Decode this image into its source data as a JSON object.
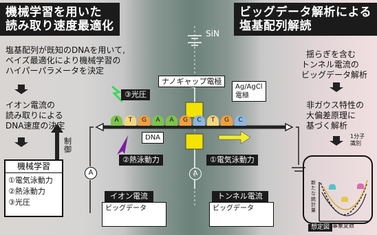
{
  "titles": {
    "left_line1": "機械学習を用いた",
    "left_line2": "読み取り速度最適化",
    "right_line1": "ビッグデータ解析による",
    "right_line2": "塩基配列解読"
  },
  "left": {
    "intro_1": "塩基配列が既知のDNAを用いて,",
    "intro_2": "ベイズ最適化により機械学習の",
    "intro_3": "ハイパーパラメータを決定",
    "decision_1": "イオン電流の",
    "decision_2": "読み取りによる",
    "decision_3": "DNA速度の決定",
    "ml_title": "機械学習",
    "ml_item_1": "①電気泳動力",
    "ml_item_2": "②熱泳動力",
    "ml_item_3": "③光圧",
    "control_label": "制御"
  },
  "center": {
    "sin_label": "SiN",
    "nanogap_label": "ナノギャップ電極",
    "dna_label": "DNA",
    "light_pressure_label": "③光圧",
    "thermo_label": "②熱泳動力",
    "electro_label": "①電気泳動力",
    "ammeter_symbol": "A",
    "ion_current_title": "イオン電流",
    "ion_current_sub": "ビッグデータ",
    "tunnel_current_title": "トンネル電流",
    "tunnel_current_sub": "ビッグデータ",
    "agcl_line1": "Ag/AgCl",
    "agcl_line2": "電極"
  },
  "bases": [
    {
      "letter": "A",
      "color": "#7fc24f"
    },
    {
      "letter": "T",
      "color": "#f3d77d"
    },
    {
      "letter": "G",
      "color": "#f0a03e"
    },
    {
      "letter": "A",
      "color": "#7fc24f"
    },
    {
      "letter": "A",
      "color": "#7fc24f"
    },
    {
      "letter": "G",
      "color": "#f0a03e"
    },
    {
      "letter": "C",
      "color": "#8fb6de"
    },
    {
      "letter": "T",
      "color": "#f3d77d"
    },
    {
      "letter": "G",
      "color": "#f0a03e"
    },
    {
      "letter": "C",
      "color": "#8fb6de"
    }
  ],
  "right": {
    "line_1": "揺らぎを含む",
    "line_2": "トンネル電流の",
    "line_3": "ビッグデータ解析",
    "line_4": "非ガウス特性の",
    "line_5": "大偏差原理に",
    "line_6": "基づく解析",
    "single_molecule_1": "1分子",
    "single_molecule_2": "識別",
    "yaxis_label": "新たな統計量",
    "xaxis_label": "事象変数",
    "figure_caption": "想定図"
  },
  "colors": {
    "electrode_yellow": "#f2e300",
    "arrow_yellow": "#f3ec2c",
    "thermo_purple": "#7b1fa2",
    "light_green": "#3bd75d",
    "strand": "#222222"
  }
}
